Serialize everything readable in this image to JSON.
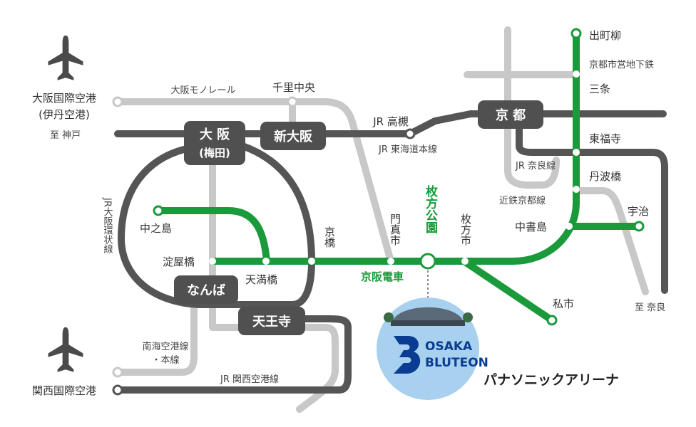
{
  "colors": {
    "keihan": "#1a9a3b",
    "jr": "#555555",
    "other": "#c8c8c8",
    "hub": "#505050",
    "logo_bg": "#a8d0ef",
    "logo_blue": "#0a3d91"
  },
  "icons": {
    "airport": "airplane-icon"
  },
  "airports": {
    "itami_line1": "大阪国際空港",
    "itami_line2": "(伊丹空港)",
    "kansai": "関西国際空港"
  },
  "hubs": {
    "osaka_line1": "大 阪",
    "osaka_line2": "(梅田)",
    "shin_osaka": "新大阪",
    "kyoto": "京 都",
    "namba": "なんば",
    "tennoji": "天王寺"
  },
  "stations": {
    "demachiyanagi": "出町柳",
    "subway_kyoto": "京都市営地下鉄",
    "sanjo": "三条",
    "tofukuji": "東福寺",
    "tambabashi": "丹波橋",
    "uji": "宇治",
    "chushojima": "中書島",
    "senri_chuo": "千里中央",
    "jr_takatsuki": "JR 高槻",
    "nakanoshima": "中之島",
    "yodoyabashi": "淀屋橋",
    "temmabashi": "天満橋",
    "kyobashi": "京橋",
    "kadomashi": "門真市",
    "hirakata_koen": "枚方公園",
    "hirakatashi": "枚方市",
    "kisaichi": "私市"
  },
  "lines": {
    "monorail": "大阪モノレール",
    "to_kobe": "至 神戸",
    "jr_tokaido": "JR 東海道本線",
    "jr_nara": "JR 奈良線",
    "kintetsu_kyoto": "近鉄京都線",
    "jr_loop": "JR大阪環状線",
    "keihan": "京阪電車",
    "to_nara": "至 奈良",
    "nankai_line1": "南海空港線",
    "nankai_line2": "・本線",
    "jr_kansai": "JR 関西空港線"
  },
  "venue": {
    "name": "パナソニックアリーナ",
    "logo_line1": "OSAKA",
    "logo_line2": "BLUTEON"
  }
}
